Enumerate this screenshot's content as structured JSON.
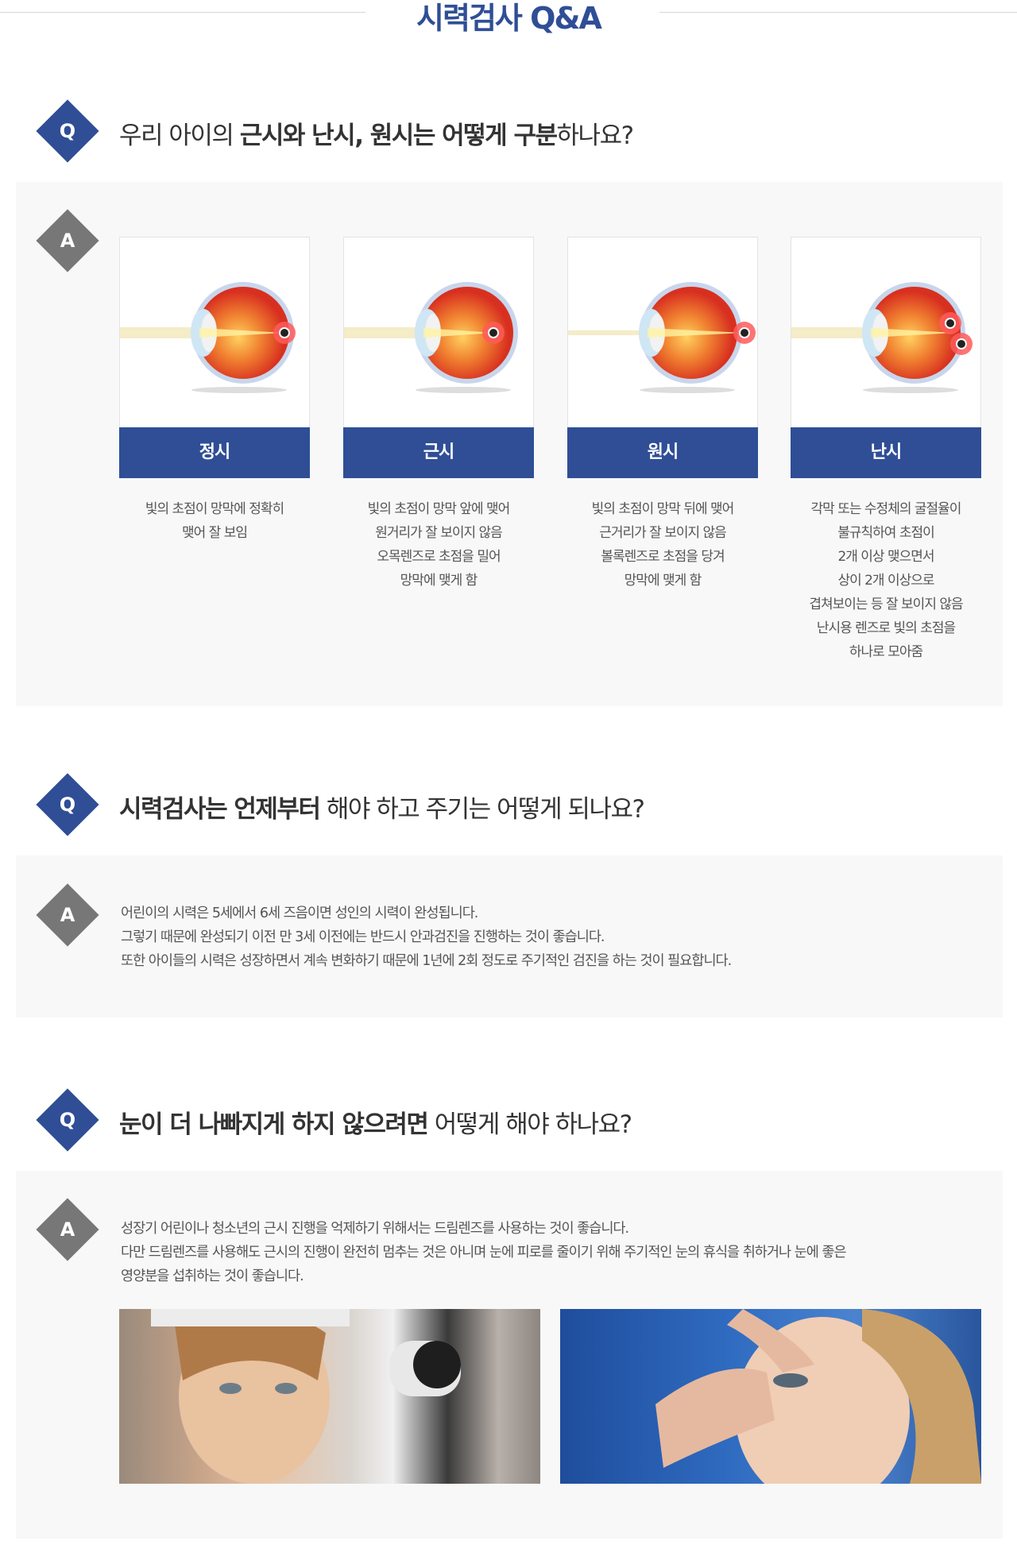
{
  "page_title": "시력검사 Q&A",
  "colors": {
    "brand": "#2f4e96",
    "answer_badge": "#777777",
    "answer_bg": "#f8f8f8"
  },
  "qa": [
    {
      "q_badge": "Q",
      "a_badge": "A",
      "question": [
        {
          "text": "우리 아이의 ",
          "bold": false
        },
        {
          "text": "근시와 난시, 원시는 어떻게 구분",
          "bold": true
        },
        {
          "text": "하나요?",
          "bold": false
        }
      ],
      "cards": [
        {
          "label": "정시",
          "icon": "eye-normal-focus-icon",
          "desc": "빛의 초점이 망막에 정확히\n맺어 잘 보임"
        },
        {
          "label": "근시",
          "icon": "eye-myopia-icon",
          "desc": "빛의 초점이 망막 앞에 맺어\n원거리가 잘 보이지 않음\n오목렌즈로 초점을 밀어\n망막에 맺게 함"
        },
        {
          "label": "원시",
          "icon": "eye-hyperopia-icon",
          "desc": "빛의 초점이 망막 뒤에 맺어\n근거리가 잘 보이지 않음\n볼록렌즈로 초점을 당겨\n망막에 맺게 함"
        },
        {
          "label": "난시",
          "icon": "eye-astigmatism-icon",
          "desc": "각막 또는 수정체의 굴절율이\n불규칙하여 초점이\n2개 이상 맺으면서\n상이 2개 이상으로\n겹쳐보이는 등 잘 보이지 않음\n난시용 렌즈로 빛의 초점을\n하나로 모아줌"
        }
      ]
    },
    {
      "q_badge": "Q",
      "a_badge": "A",
      "question": [
        {
          "text": "시력검사는 언제부터",
          "bold": true
        },
        {
          "text": " 해야 하고 주기는 어떻게 되나요?",
          "bold": false
        }
      ],
      "answer_lines": [
        "어린이의 시력은 5세에서 6세 즈음이면 성인의 시력이 완성됩니다.",
        "그렇기 때문에 완성되기 이전 만 3세 이전에는 반드시 안과검진을 진행하는 것이 좋습니다.",
        "또한 아이들의 시력은 성장하면서 계속 변화하기 때문에 1년에 2회 정도로 주기적인 검진을 하는 것이 필요합니다."
      ]
    },
    {
      "q_badge": "Q",
      "a_badge": "A",
      "question": [
        {
          "text": "눈이 더 나빠지게 하지 않으려면",
          "bold": true
        },
        {
          "text": " 어떻게 해야 하나요?",
          "bold": false
        }
      ],
      "answer_lines": [
        "성장기 어린이나 청소년의 근시 진행을 억제하기 위해서는 드림렌즈를 사용하는 것이 좋습니다.",
        "다만 드림렌즈를 사용해도 근시의 진행이 완전히 멈추는 것은 아니며 눈에 피로를 줄이기 위해 주기적인 눈의 휴식을 취하거나 눈에 좋은",
        "영양분을 섭취하는 것이 좋습니다."
      ],
      "photos": [
        "child-eye-exam-photo",
        "eye-lens-fitting-photo"
      ]
    }
  ]
}
